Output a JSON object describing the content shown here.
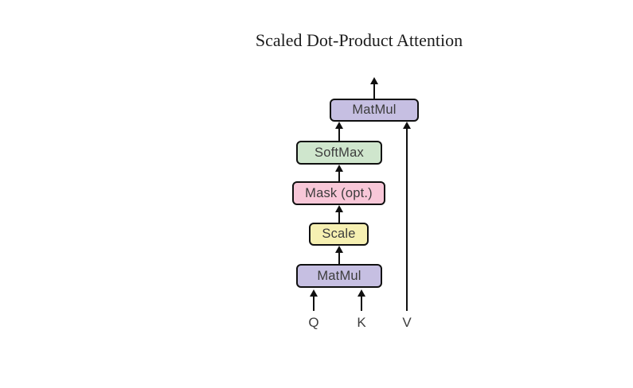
{
  "title": "Scaled Dot-Product Attention",
  "diagram": {
    "blocks": {
      "matmul_top": "MatMul",
      "softmax": "SoftMax",
      "mask": "Mask (opt.)",
      "scale": "Scale",
      "matmul_bottom": "MatMul"
    },
    "inputs": {
      "q": "Q",
      "k": "K",
      "v": "V"
    }
  },
  "colors": {
    "matmul_fill": "#c6bfe2",
    "softmax_fill": "#cfe6cd",
    "mask_fill": "#f8c7d8",
    "scale_fill": "#f6f0b2",
    "line": "#101010"
  }
}
